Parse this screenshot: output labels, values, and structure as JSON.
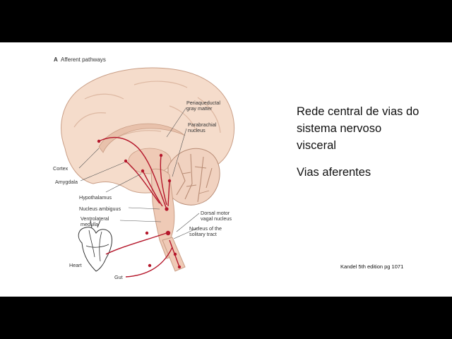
{
  "figure": {
    "panel_letter": "A",
    "panel_title": "Afferent pathways",
    "labels": {
      "pag_1": "Periaqueductal",
      "pag_2": "gray matter",
      "parabrachial_1": "Parabrachial",
      "parabrachial_2": "nucleus",
      "cortex": "Cortex",
      "amygdala": "Amygdala",
      "hypothalamus": "Hypothalamus",
      "nucleus_ambiguus": "Nucleus ambiguus",
      "vlm_1": "Ventrolateral",
      "vlm_2": "medulla",
      "dmv_1": "Dorsal motor",
      "dmv_2": "vagal nucleus",
      "nts_1": "Nucleus of the",
      "nts_2": "solitary tract",
      "heart": "Heart",
      "gut": "Gut"
    }
  },
  "heading": {
    "line1": "Rede central de vias do",
    "line2": "sistema nervoso",
    "line3": "visceral"
  },
  "subheading": "Vias aferentes",
  "citation": "Kandel 5th edition  pg 1071",
  "colors": {
    "brain_fill": "#f5dccb",
    "pathway": "#b5172b",
    "background": "#ffffff",
    "letterbox": "#000000"
  }
}
